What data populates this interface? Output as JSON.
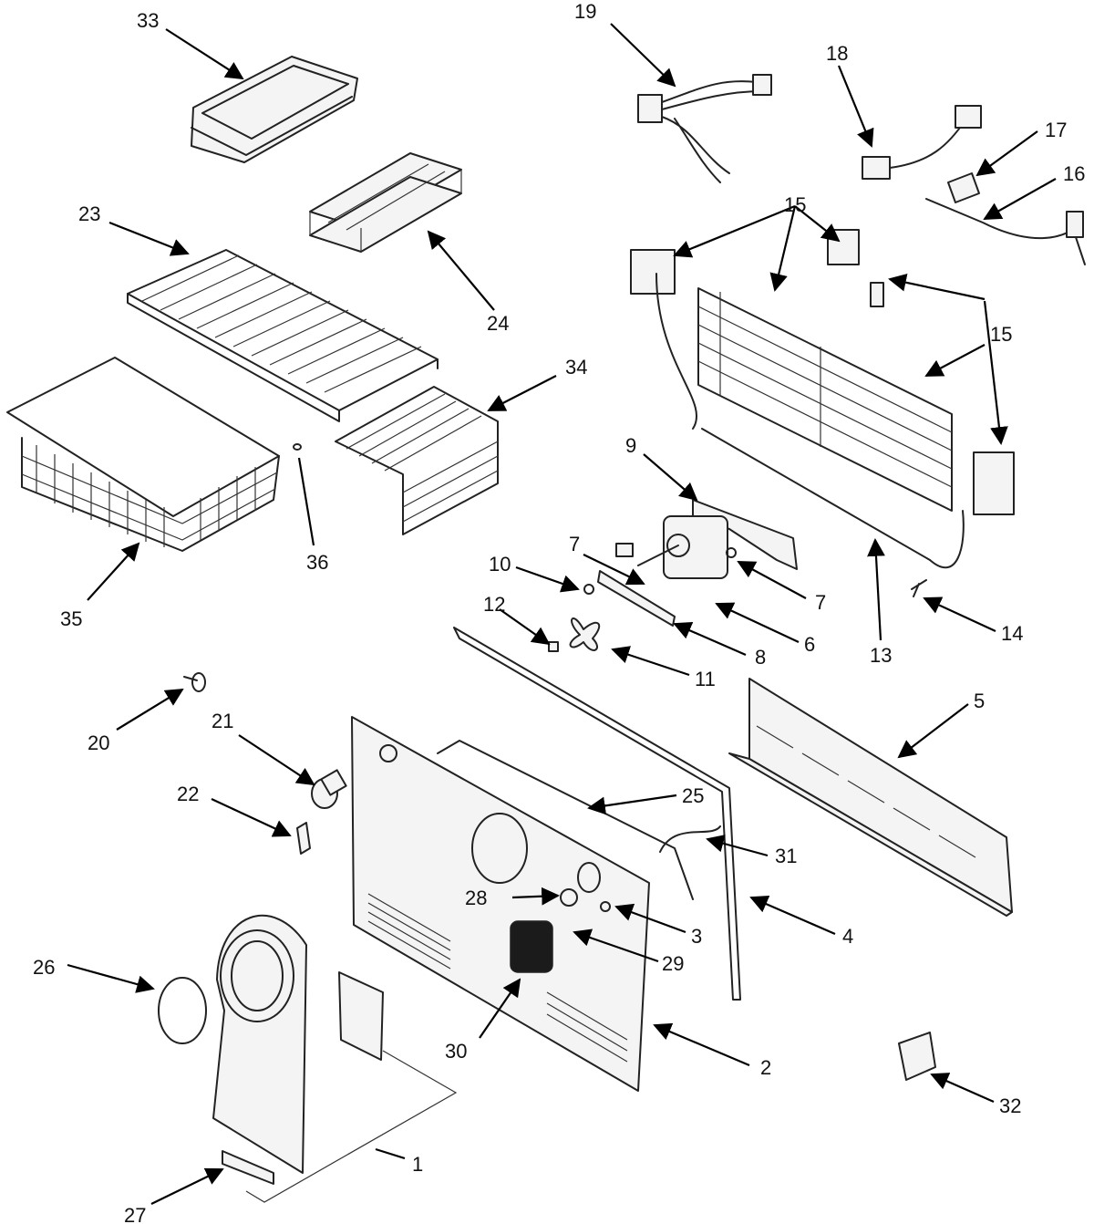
{
  "callouts": {
    "n1": "1",
    "n2": "2",
    "n3": "3",
    "n4": "4",
    "n5": "5",
    "n6": "6",
    "n7a": "7",
    "n7b": "7",
    "n8": "8",
    "n9": "9",
    "n10": "10",
    "n11": "11",
    "n12": "12",
    "n13": "13",
    "n14": "14",
    "n15a": "15",
    "n15b": "15",
    "n16": "16",
    "n17": "17",
    "n18": "18",
    "n19": "19",
    "n20": "20",
    "n21": "21",
    "n22": "22",
    "n23": "23",
    "n24": "24",
    "n25": "25",
    "n26": "26",
    "n27": "27",
    "n28": "28",
    "n29": "29",
    "n30": "30",
    "n31": "31",
    "n32": "32",
    "n33": "33",
    "n34": "34",
    "n35": "35",
    "n36": "36"
  }
}
